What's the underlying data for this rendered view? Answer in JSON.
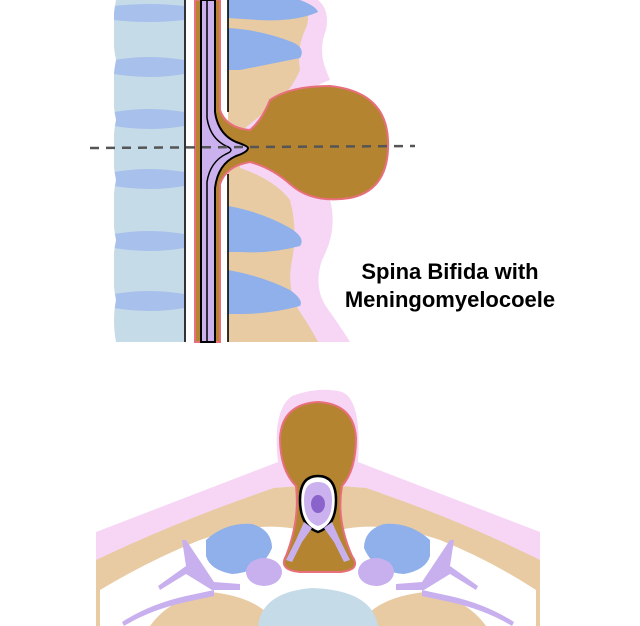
{
  "title": {
    "line1": "Spina Bifida with",
    "line2": "Meningomyelocoele"
  },
  "colors": {
    "vertebra_body": "#c5dbe8",
    "disc": "#a8c0ec",
    "bone": "#e8cba3",
    "meninges_sac": "#b48430",
    "sac_outline": "#e86f7c",
    "skin": "#f6d6f4",
    "spinal_cord": "#cbb2ee",
    "nerve": "#c8b0ee",
    "cord_center": "#8a64cc",
    "transverse_process": "#8fb0ea",
    "white_space": "#ffffff"
  },
  "section_line": "dashed"
}
